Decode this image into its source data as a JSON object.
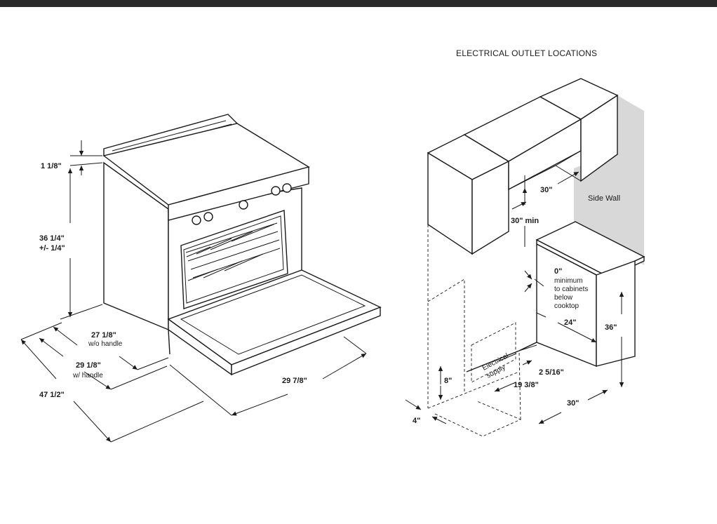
{
  "title": "ELECTRICAL OUTLET LOCATIONS",
  "range_dimensions": {
    "top_height": "1 1/8\"",
    "height_line1": "36 1/4\"",
    "height_line2": "+/- 1/4\"",
    "depth_no_handle": "27 1/8\"",
    "depth_no_handle_note": "w/o handle",
    "depth_handle": "29 1/8\"",
    "depth_handle_note": "w/ handle",
    "depth_door_open": "47 1/2\"",
    "width": "29 7/8\""
  },
  "outlet_diagram": {
    "cabinet_gap": "30\"",
    "cabinet_gap_min": "30\" min",
    "side_wall": "Side Wall",
    "clearance_value": "0\"",
    "clearance_note_1": "minimum",
    "clearance_note_2": "to cabinets",
    "clearance_note_3": "below",
    "clearance_note_4": "cooktop",
    "counter_depth": "24\"",
    "counter_height": "36\"",
    "offset": "2 5/16\"",
    "supply_width": "19 3/8\"",
    "opening_width": "30\"",
    "supply_height": "8\"",
    "floor_offset": "4\"",
    "electrical_label_1": "Electrical",
    "electrical_label_2": "supply"
  },
  "colors": {
    "topbar": "#2b2b2b",
    "wall": "#d8d8d8",
    "supply_box": "#d9d9d9",
    "line": "#1a1a1a"
  }
}
